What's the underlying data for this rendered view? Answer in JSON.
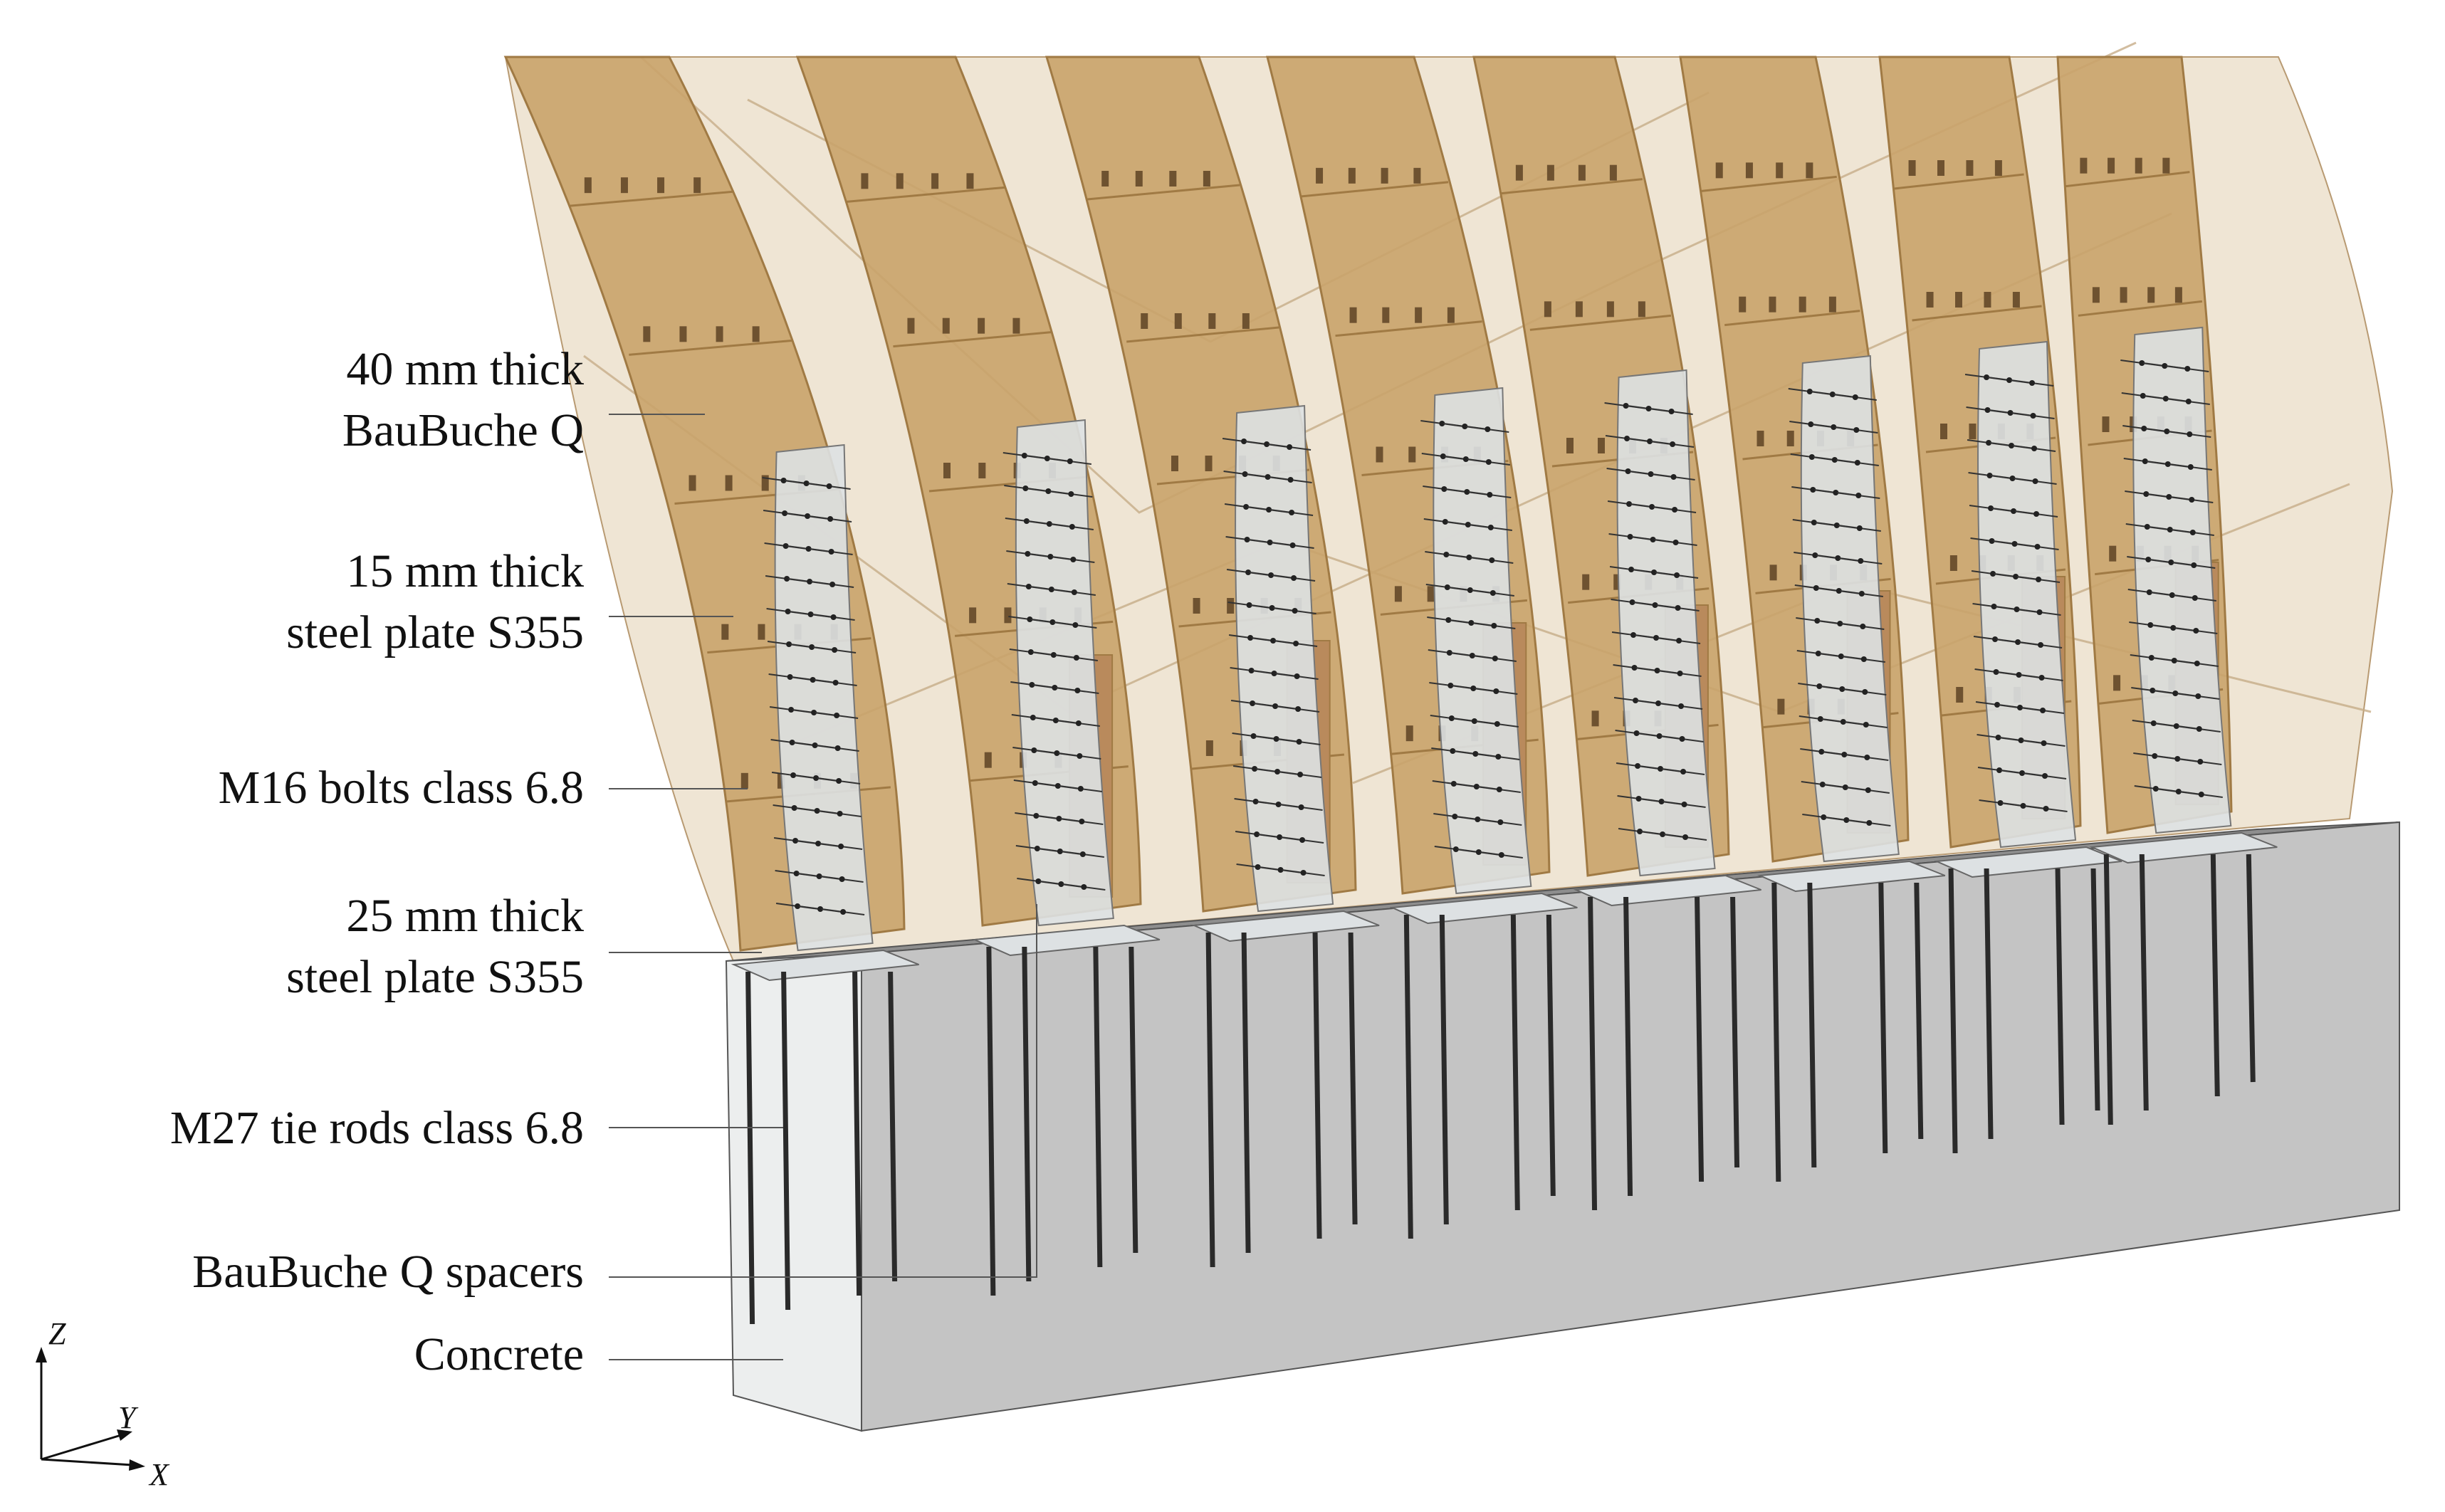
{
  "labels": {
    "baubuche_40_line1": "40 mm thick",
    "baubuche_40_line2": "BauBuche Q",
    "plate15_line1": "15 mm thick",
    "plate15_line2": "steel plate S355",
    "bolts": "M16 bolts class 6.8",
    "plate25_line1": "25 mm thick",
    "plate25_line2": "steel plate S355",
    "tierods": "M27 tie rods class 6.8",
    "spacers": "BauBuche Q spacers",
    "concrete": "Concrete"
  },
  "axes": {
    "z": "Z",
    "y": "Y",
    "x": "X"
  },
  "colors": {
    "timber": "#c9a36a",
    "timber_dark": "#a07a44",
    "timber_translucent": "#e8d7bd",
    "steel": "#dde1e3",
    "concrete_front": "#eceeee",
    "concrete_side": "#c4c4c4",
    "rod": "#2a2a2a",
    "leader": "#555555"
  }
}
